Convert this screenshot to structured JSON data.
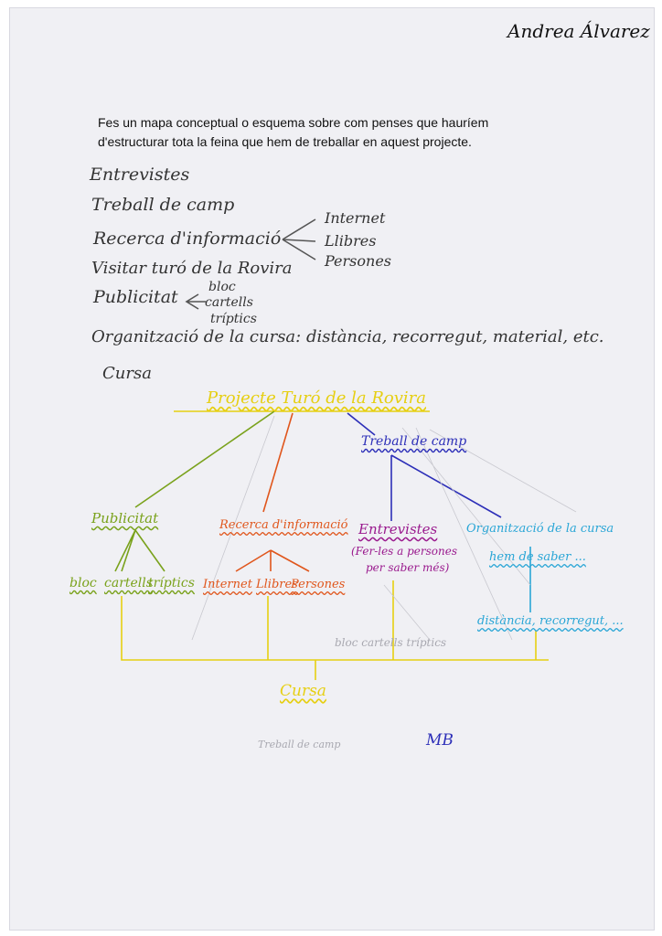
{
  "author": "Andrea Álvarez",
  "prompt": [
    "Fes un mapa conceptual o esquema sobre com penses que hauríem",
    "d'estructurar tota la feina que hem de treballar en aquest projecte."
  ],
  "list": {
    "item1": "Entrevistes",
    "item2": "Treball de camp",
    "item3": "Recerca d'informació",
    "item3_sub": [
      "Internet",
      "Llibres",
      "Persones"
    ],
    "item4": "Visitar turó de la Rovira",
    "item5": "Publicitat",
    "item5_sub": [
      "bloc",
      "cartells",
      "tríptics"
    ],
    "item6": "Organització de la cursa: distància, recorregut, material, etc.",
    "item7": "Cursa"
  },
  "map": {
    "root": "Projecte Turó de la Rovira",
    "treball": "Treball de camp",
    "publicitat": "Publicitat",
    "publicitat_sub": [
      "bloc",
      "cartells",
      "tríptics"
    ],
    "recerca": "Recerca d'informació",
    "recerca_sub": [
      "Internet",
      "Llibres",
      "Persones"
    ],
    "entrevistes": "Entrevistes",
    "entrevistes_note": [
      "(Fer-les a persones",
      "per saber més)"
    ],
    "organitzacio": "Organització de la cursa",
    "organitzacio_note": "hem de saber ...",
    "organitzacio_detail": "distància, recorregut, ...",
    "cursa": "Cursa"
  },
  "faint": {
    "trio": "bloc cartells tríptics",
    "treball": "Treball de camp"
  },
  "initials": "MB",
  "colors": {
    "yellow": "#e6cf12",
    "green": "#7aa21c",
    "orange": "#e0561c",
    "purple": "#9a1a8e",
    "blue": "#2d2fb8",
    "cyan": "#2aa6d6",
    "pencil": "#555555",
    "faint": "#a8a8b0"
  }
}
